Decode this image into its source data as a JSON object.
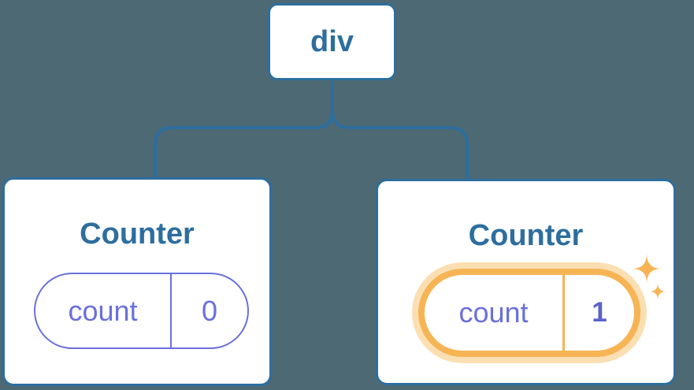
{
  "diagram": {
    "root": {
      "label": "div"
    },
    "children": [
      {
        "title": "Counter",
        "state": {
          "name": "count",
          "value": "0"
        },
        "highlighted": false
      },
      {
        "title": "Counter",
        "state": {
          "name": "count",
          "value": "1"
        },
        "highlighted": true
      }
    ],
    "icons": {
      "sparkle_large": "four-point-star",
      "sparkle_small": "four-point-star"
    }
  },
  "colors": {
    "background": "#4D6974",
    "blue": "#2D6E9E",
    "purple": "#6A70DB",
    "indigo": "#5A63C9",
    "orange": "#F6B455",
    "halo": "#FBDFB2",
    "card": "#FFFFFF"
  }
}
